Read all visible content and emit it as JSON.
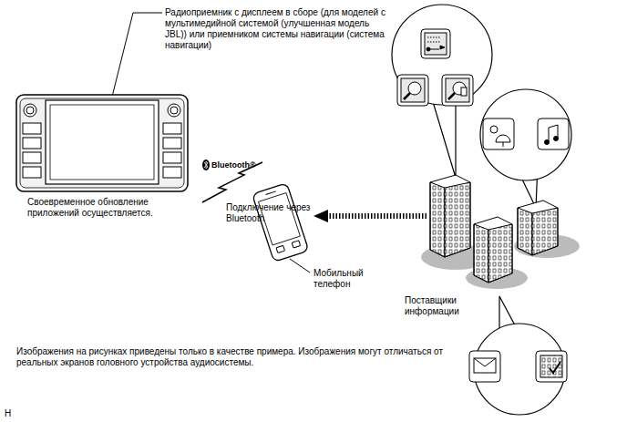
{
  "diagram": {
    "labels": [
      "Радиоприемник с дисплеем в сборе (для моделей с мультимедийной системой (улучшенная модель JBL)) или приемником системы навигации (система навигации)",
      "Своевременное обновление приложений осуществляется.",
      "Bluetooth®",
      "Подключение через Bluetooth",
      "Мобильный телефон",
      "Поставщики информации",
      "Изображения на рисунках приведены только в качестве примера. Изображения могут отличаться от реальных экранов головного устройства аудиосистемы.",
      "H"
    ]
  }
}
